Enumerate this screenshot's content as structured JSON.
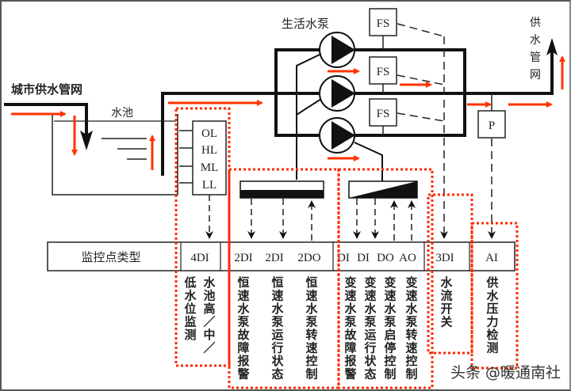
{
  "labels": {
    "city_supply": "城市供水管网",
    "pool": "水池",
    "pumps": "生活水泵",
    "supply_network": [
      "供",
      "水",
      "管",
      "网"
    ],
    "flow_switch": "FS",
    "pressure_sensor": "P",
    "level_switches": [
      "OL",
      "HL",
      "ML",
      "LL"
    ]
  },
  "table": {
    "header": "监控点类型",
    "cells": [
      "4DI",
      "2DI",
      "2DI",
      "2DO",
      "DI",
      "DI",
      "DO",
      "AO",
      "3DI",
      "AI"
    ]
  },
  "descriptions": {
    "level": [
      [
        "低",
        "水",
        "位",
        "监",
        "测"
      ],
      [
        "水",
        "池",
        "高",
        "／",
        "中",
        "／"
      ]
    ],
    "const_speed": [
      [
        "恒",
        "速",
        "水",
        "泵",
        "故",
        "障",
        "报",
        "警"
      ],
      [
        "恒",
        "速",
        "水",
        "泵",
        "运",
        "行",
        "状",
        "态"
      ],
      [
        "恒",
        "速",
        "水",
        "泵",
        "转",
        "速",
        "控",
        "制"
      ]
    ],
    "var_speed": [
      [
        "变",
        "速",
        "水",
        "泵",
        "故",
        "障",
        "报",
        "警"
      ],
      [
        "变",
        "速",
        "水",
        "泵",
        "运",
        "行",
        "状",
        "态"
      ],
      [
        "变",
        "速",
        "水",
        "泵",
        "启",
        "停",
        "控",
        "制"
      ],
      [
        "变",
        "速",
        "水",
        "泵",
        "转",
        "速",
        "控",
        "制"
      ]
    ],
    "flow": [
      "水",
      "流",
      "开",
      "关"
    ],
    "pressure": [
      "供",
      "水",
      "压",
      "力",
      "检",
      "测"
    ]
  },
  "watermark": "头条 @暖通南社",
  "colors": {
    "pipe": "#111111",
    "flow_arrow": "#ff3300",
    "group_outline": "#ff2a00",
    "text": "#222222"
  }
}
